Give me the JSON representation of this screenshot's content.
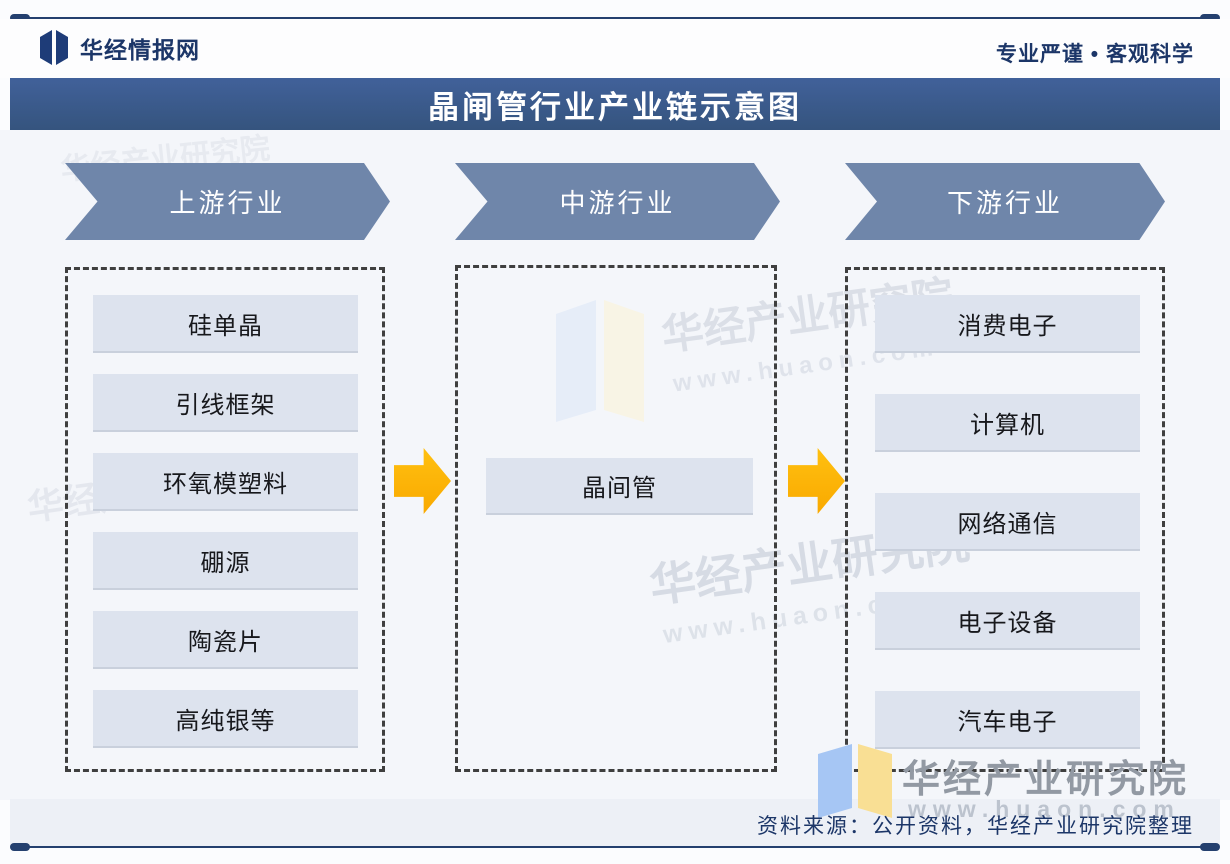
{
  "header": {
    "brand": "华经情报网",
    "slogan": "专业严谨 • 客观科学"
  },
  "title": "晶闸管行业产业链示意图",
  "chain": {
    "upstream": {
      "label": "上游行业",
      "items": [
        "硅单晶",
        "引线框架",
        "环氧模塑料",
        "硼源",
        "陶瓷片",
        "高纯银等"
      ]
    },
    "midstream": {
      "label": "中游行业",
      "items": [
        "晶间管"
      ]
    },
    "downstream": {
      "label": "下游行业",
      "items": [
        "消费电子",
        "计算机",
        "网络通信",
        "电子设备",
        "汽车电子"
      ]
    }
  },
  "branding": {
    "research_name": "华经产业研究院",
    "website": "www.huaon.com"
  },
  "footer": {
    "source": "资料来源：公开资料，华经产业研究院整理"
  },
  "colors": {
    "navy": "#24406f",
    "title_bar": "#3a5a90",
    "banner": "#6f86aa",
    "item_bg": "#dde3ee",
    "arrow_orange": "#ffb20a",
    "logo_blue": "#a6c6f4",
    "logo_yellow": "#f9df94"
  }
}
